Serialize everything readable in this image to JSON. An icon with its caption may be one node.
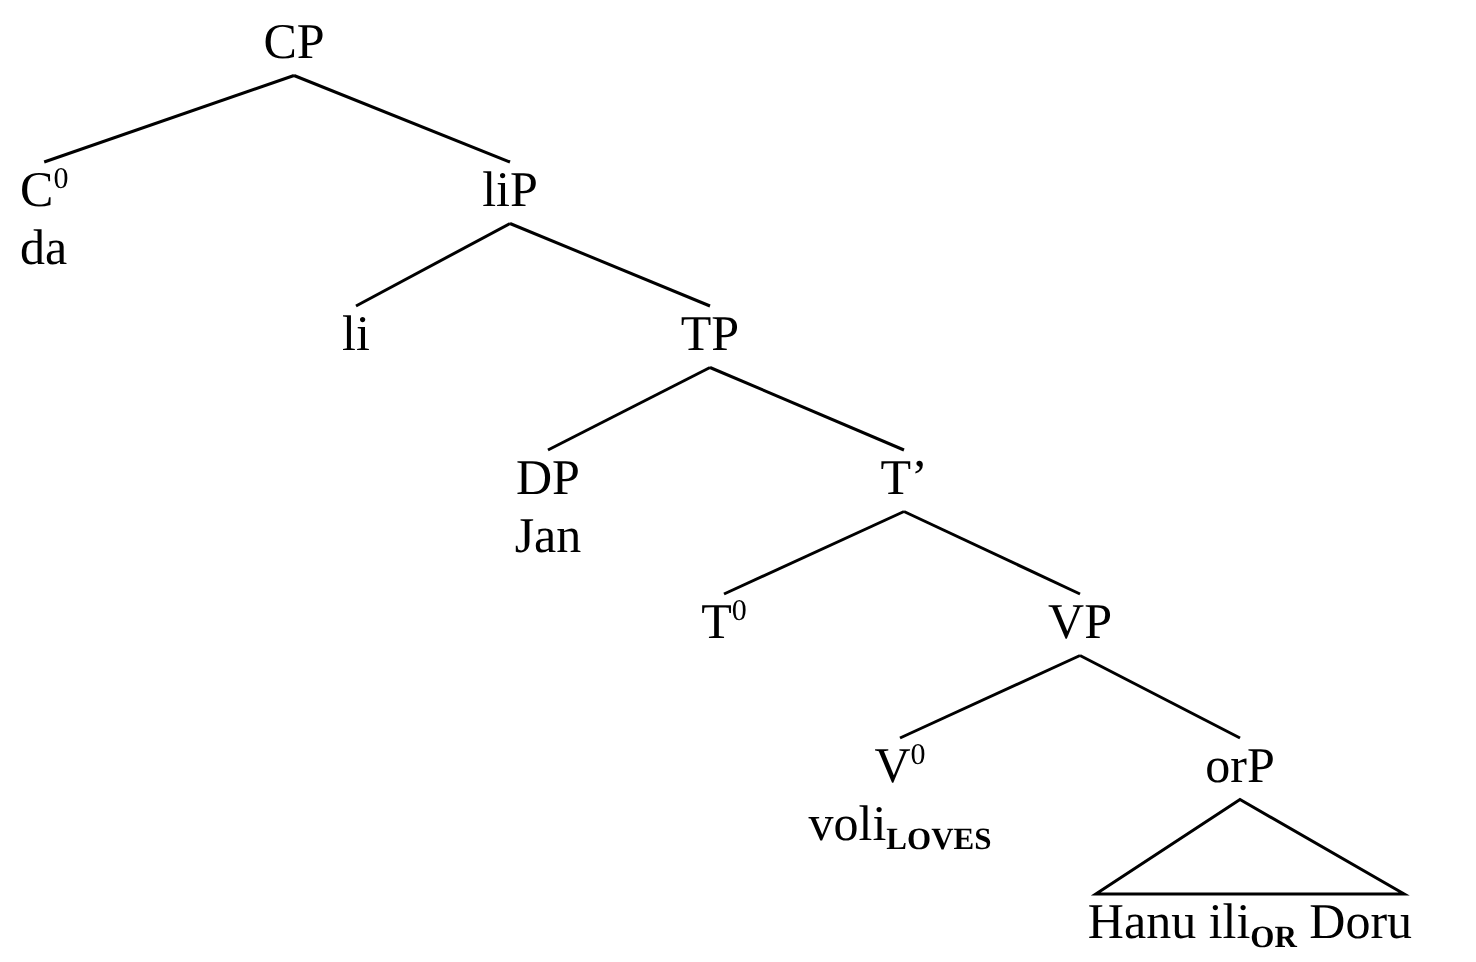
{
  "diagram": {
    "nodes": [
      {
        "text": [
          "CP"
        ]
      },
      {
        "text": [
          "C$^{0}$",
          "da"
        ]
      },
      {
        "text": [
          "liP"
        ]
      },
      {
        "text": [
          "li"
        ]
      },
      {
        "text": [
          "TP"
        ]
      },
      {
        "text": [
          "DP",
          "Jan"
        ]
      },
      {
        "text": [
          "T’"
        ]
      },
      {
        "text": [
          "T$^{0}$"
        ]
      },
      {
        "text": [
          "VP"
        ]
      },
      {
        "text": [
          "V$^{0}$",
          "voli$_{LOVES}$"
        ]
      },
      {
        "text": [
          "orP"
        ]
      },
      {
        "text": [
          "Hanu ili$_{OR}$ Doru"
        ]
      }
    ],
    "edges": [
      {
        "from": 0,
        "to": 1,
        "arrow": "none"
      },
      {
        "from": 0,
        "to": 2,
        "arrow": "none"
      },
      {
        "from": 2,
        "to": 3,
        "arrow": "none"
      },
      {
        "from": 2,
        "to": 4,
        "arrow": "none"
      },
      {
        "from": 4,
        "to": 5,
        "arrow": "none"
      },
      {
        "from": 4,
        "to": 6,
        "arrow": "none"
      },
      {
        "from": 6,
        "to": 7,
        "arrow": "none"
      },
      {
        "from": 6,
        "to": 8,
        "arrow": "none"
      },
      {
        "from": 8,
        "to": 9,
        "arrow": "none"
      },
      {
        "from": 8,
        "to": 10,
        "arrow": "none"
      },
      {
        "from": 10,
        "to": 11,
        "arrow": "none"
      }
    ]
  }
}
